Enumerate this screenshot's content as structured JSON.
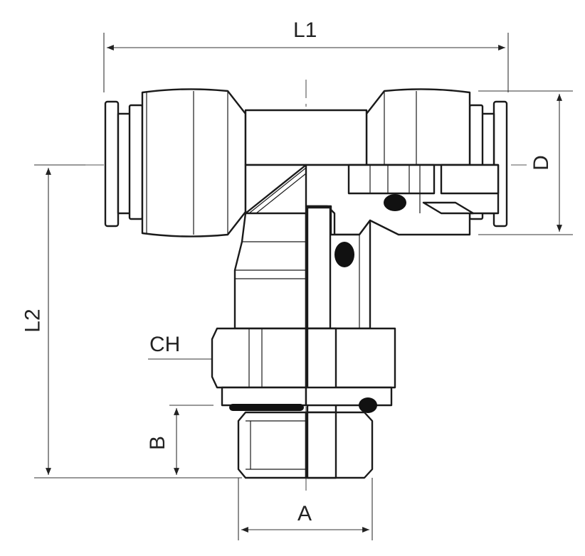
{
  "drawing": {
    "dimensions": {
      "overall_length": "L1",
      "height": "L2",
      "tube_diameter": "D",
      "hex_size": "CH",
      "thread_length": "B",
      "thread_diameter": "A"
    },
    "colors": {
      "line": "#1a1a1a",
      "background": "#ffffff"
    }
  }
}
